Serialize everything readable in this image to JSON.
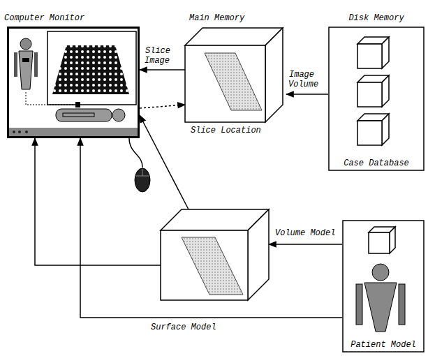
{
  "diagram": {
    "nodes": [
      {
        "text": [
          "Computer Monitor"
        ]
      },
      {
        "text": [
          "Main Memory"
        ]
      },
      {
        "text": [
          "Disk Memory",
          "Case Database"
        ]
      },
      {
        "text": []
      },
      {
        "text": [
          "Patient Model"
        ]
      }
    ],
    "edges": [
      {
        "from": 2,
        "to": 1,
        "label": "Image Volume",
        "arrow": "to"
      },
      {
        "from": 1,
        "to": 0,
        "label": "Slice Image",
        "arrow": "to"
      },
      {
        "from": 0,
        "to": 1,
        "label": "Slice Location",
        "arrow": "to"
      },
      {
        "from": 4,
        "to": 3,
        "label": "Volume Model",
        "arrow": "to"
      },
      {
        "from": 3,
        "to": 0,
        "arrow": "to"
      },
      {
        "from": 3,
        "to": 0,
        "arrow": "to"
      },
      {
        "from": 4,
        "to": 0,
        "label": "Surface Model",
        "arrow": "to"
      }
    ]
  }
}
